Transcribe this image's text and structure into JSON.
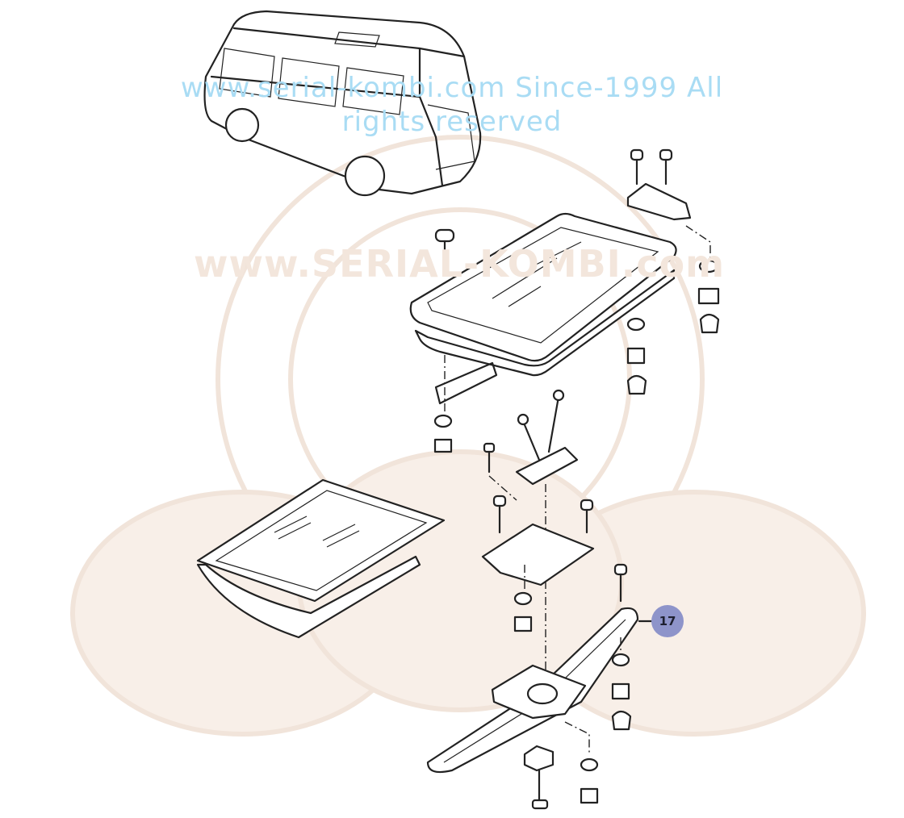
{
  "watermark": {
    "arc_text": "www.serial-kombi.com  Since-1999 All rights reserved",
    "inner_text": "www.SERIAL-KOMBI.com"
  },
  "callouts": [
    {
      "number": "17",
      "color": "#8e94ca"
    }
  ],
  "colors": {
    "line": "#222222",
    "watermark": "#a9dcf4",
    "logo": "#f3e6dc"
  }
}
